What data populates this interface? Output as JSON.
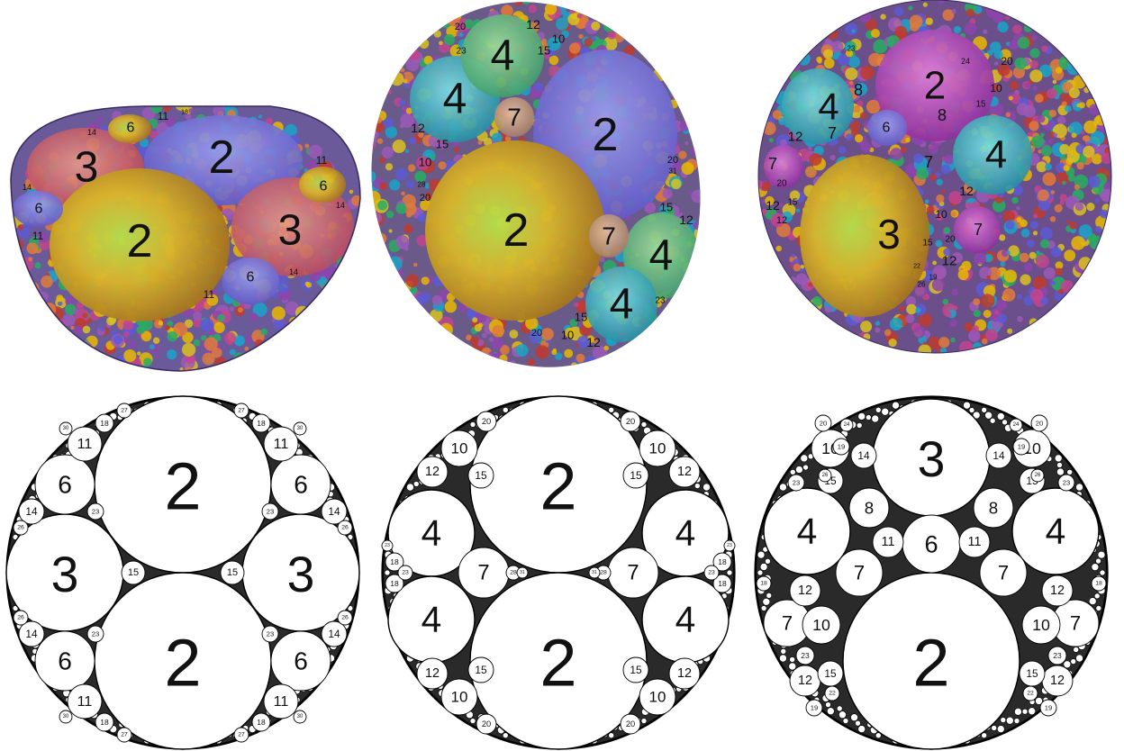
{
  "figure": {
    "top_row_3d": [
      {
        "labels": [
          "2",
          "2",
          "3",
          "3",
          "6",
          "6",
          "6",
          "6",
          "11",
          "11",
          "11",
          "11",
          "14",
          "14",
          "14",
          "14",
          "18"
        ]
      },
      {
        "labels": [
          "2",
          "2",
          "4",
          "4",
          "4",
          "4",
          "7",
          "7",
          "10",
          "10",
          "10",
          "12",
          "12",
          "12",
          "12",
          "15",
          "15",
          "15",
          "15",
          "20",
          "20",
          "20",
          "20",
          "23",
          "23",
          "28",
          "31"
        ]
      },
      {
        "labels": [
          "2",
          "3",
          "4",
          "4",
          "6",
          "7",
          "7",
          "7",
          "7",
          "8",
          "8",
          "10",
          "10",
          "12",
          "12",
          "12",
          "12",
          "12",
          "15",
          "15",
          "15",
          "19",
          "20",
          "20",
          "20",
          "22",
          "23",
          "24",
          "26"
        ]
      }
    ],
    "bottom_row_2d": [
      {
        "labels": [
          "2",
          "2",
          "3",
          "3",
          "6",
          "6",
          "6",
          "6",
          "11",
          "11",
          "11",
          "11",
          "14",
          "14",
          "14",
          "14",
          "15",
          "15",
          "18",
          "18",
          "18",
          "18",
          "23",
          "23",
          "23",
          "23",
          "26",
          "26",
          "26",
          "26",
          "27",
          "27",
          "27",
          "27",
          "30",
          "30",
          "30",
          "30"
        ]
      },
      {
        "labels": [
          "2",
          "2",
          "4",
          "4",
          "4",
          "4",
          "7",
          "7",
          "10",
          "10",
          "10",
          "10",
          "12",
          "12",
          "12",
          "12",
          "15",
          "15",
          "15",
          "15",
          "18",
          "18",
          "18",
          "18",
          "20",
          "20",
          "20",
          "20",
          "23",
          "23",
          "23",
          "23",
          "28",
          "28",
          "31",
          "31"
        ]
      },
      {
        "labels": [
          "2",
          "3",
          "4",
          "4",
          "6",
          "7",
          "7",
          "7",
          "7",
          "8",
          "8",
          "10",
          "10",
          "10",
          "10",
          "11",
          "11",
          "12",
          "12",
          "12",
          "12",
          "14",
          "14",
          "15",
          "15",
          "15",
          "15",
          "18",
          "18",
          "19",
          "19",
          "19",
          "19",
          "20",
          "20",
          "22",
          "22",
          "23",
          "23",
          "23",
          "23",
          "24",
          "24",
          "26",
          "26"
        ]
      }
    ]
  },
  "colors": {
    "background": "#ffffff",
    "ink": "#111111",
    "circle_fill": "#ffffff",
    "circle_stroke": "#000000",
    "palette_3d": [
      "#d9c21e",
      "#e07a3a",
      "#c0392b",
      "#8e44ad",
      "#5b5bd6",
      "#1aa3c8",
      "#27ae60",
      "#c2448e",
      "#9b59b6",
      "#e6b800"
    ]
  }
}
